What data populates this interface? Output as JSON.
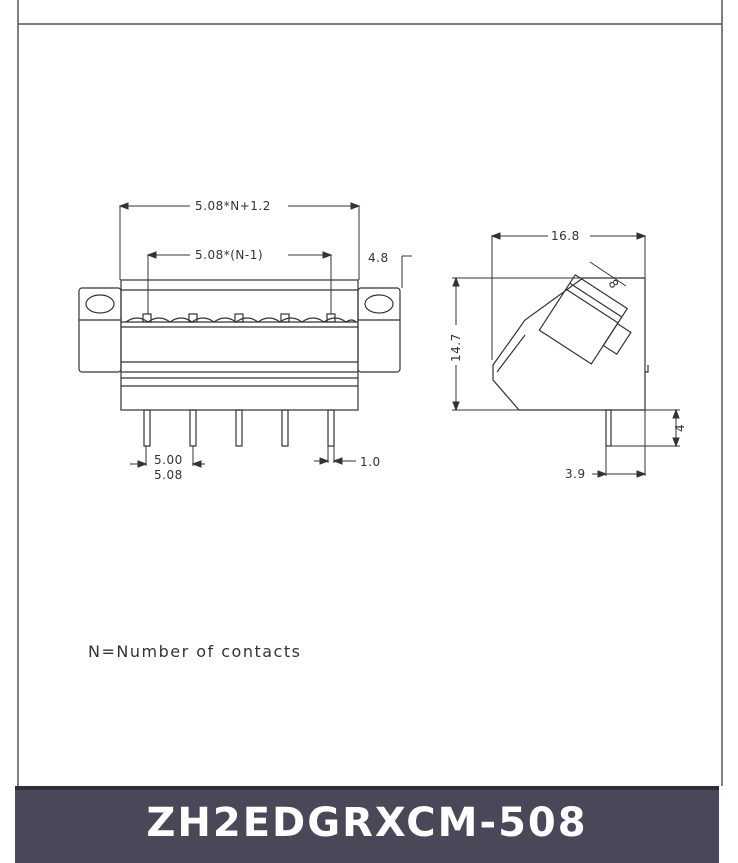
{
  "front_view": {
    "dim_overall": "5.08*N+1.2",
    "dim_pitch_span": "5.08*(N-1)",
    "dim_offset": "4.8",
    "dim_pin_spacing": "5.00",
    "dim_pitch": "5.08",
    "dim_pin_width": "1.0"
  },
  "side_view": {
    "dim_depth": "16.8",
    "dim_height": "14.7",
    "dim_plug": "8",
    "dim_pin_length": "4",
    "dim_pin_offset": "3.9"
  },
  "note": "N=Number  of  contacts",
  "product": {
    "title": "ZH2EDGRXCM-508"
  }
}
